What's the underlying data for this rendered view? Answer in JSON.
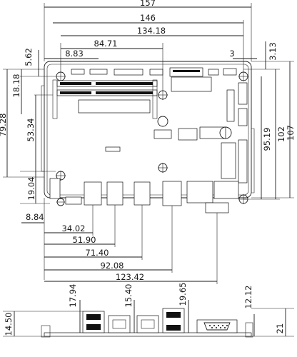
{
  "drawing": {
    "top_view": {
      "horizontal_dims": [
        "157",
        "146",
        "134.18",
        "84.71",
        "8.83",
        "3"
      ],
      "left_vertical_dims": [
        "5.62",
        "18.18",
        "79.28",
        "53.34",
        "19.04",
        "8.84"
      ],
      "right_vertical_dims": [
        "3.13",
        "95.19",
        "102",
        "107"
      ],
      "bottom_dims": [
        "34.02",
        "51.90",
        "71.40",
        "92.08",
        "123.42"
      ]
    },
    "front_view": {
      "heights": [
        "17.94",
        "15.40",
        "19.65",
        "12.12"
      ],
      "left_height": "14.50",
      "right_height": "21"
    }
  }
}
